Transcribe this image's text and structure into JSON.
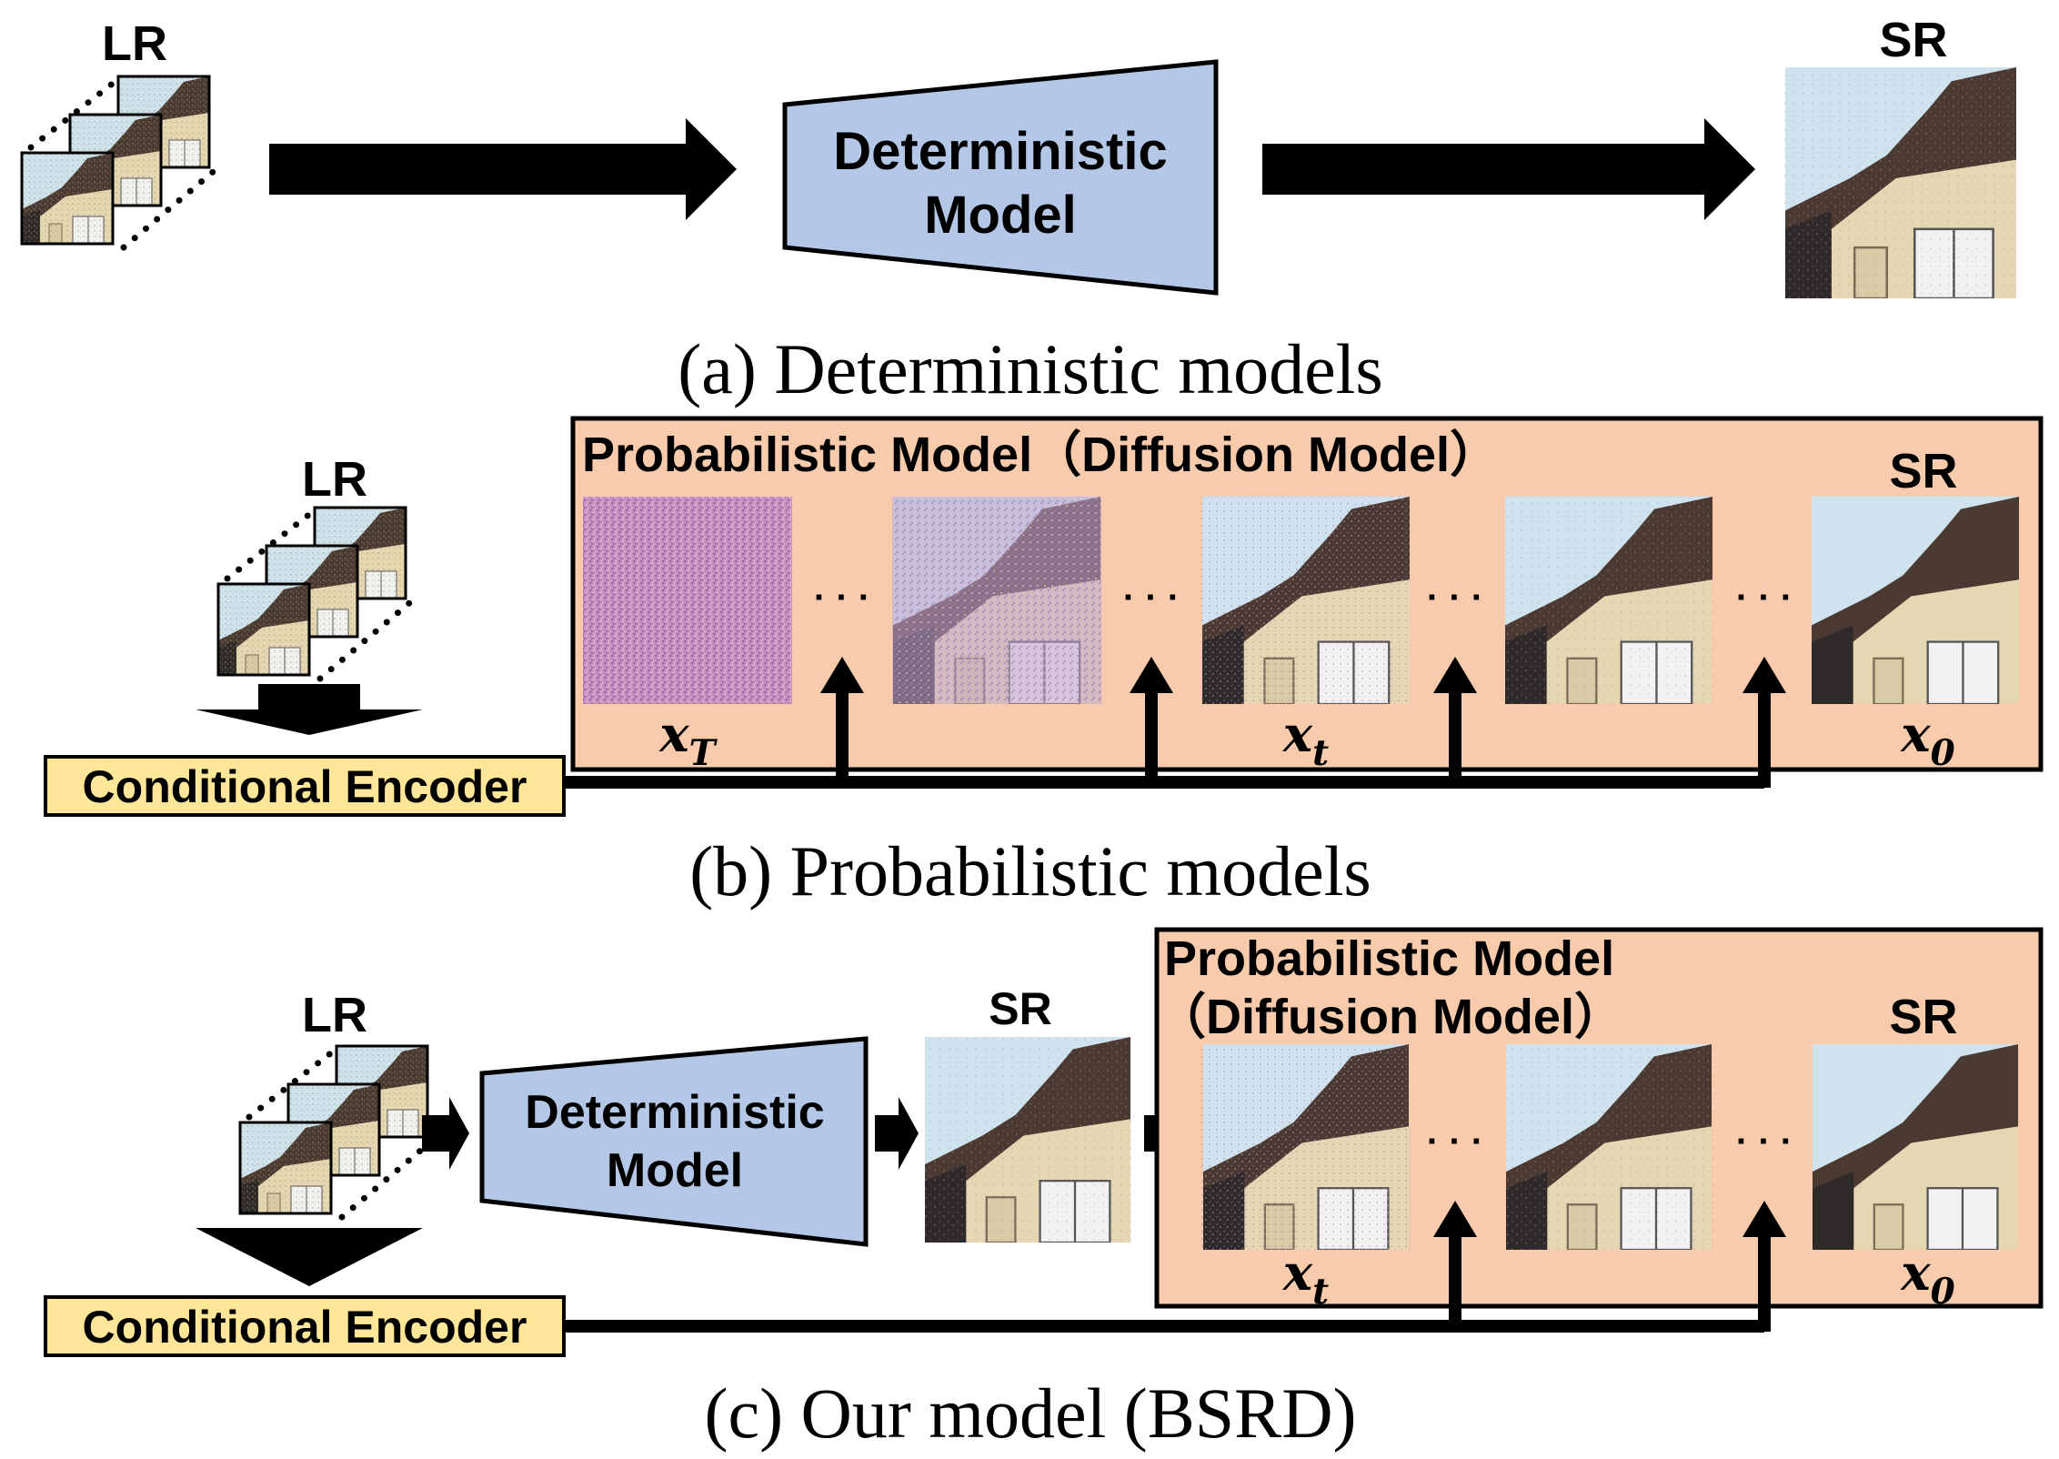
{
  "labels": {
    "lr": "LR",
    "sr": "SR",
    "det_model_line1": "Deterministic",
    "det_model_line2": "Model",
    "det_model_small_line1": "Deterministic",
    "det_model_small_line2": "Model",
    "prob_title_b": "Probabilistic Model（Diffusion Model）",
    "prob_title_c_line1": "Probabilistic Model",
    "prob_title_c_line2": "（Diffusion Model）",
    "cond_encoder": "Conditional Encoder",
    "dots": "· · ·",
    "x_T": "x",
    "x_T_sub": "T",
    "x_t": "x",
    "x_t_sub": "t",
    "x_0": "x",
    "x_0_sub": "0"
  },
  "captions": {
    "a": "(a) Deterministic models",
    "b": "(b) Probabilistic models",
    "c": "(c) Our model (BSRD)"
  },
  "colors": {
    "trapezoid_fill": "#b4c7e7",
    "prob_box_fill": "#f8cbad",
    "encoder_fill": "#ffe699",
    "stroke": "#000000",
    "sky": "#cfe3ee",
    "wall": "#e6d7b3",
    "roof": "#4b3a32",
    "window": "#f2f2f2"
  }
}
